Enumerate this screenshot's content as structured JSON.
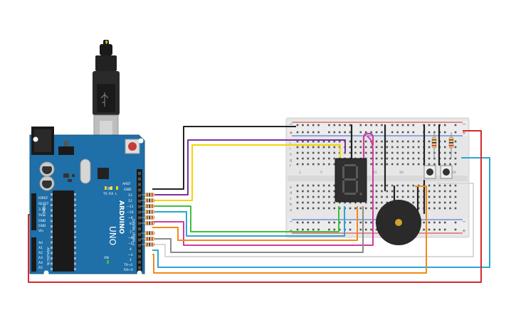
{
  "colors": {
    "board": "#1f6fa8",
    "board_dark": "#17577f",
    "breadboard": "#e6e6e6",
    "wire_black": "#222222",
    "wire_purple": "#7b2f9e",
    "wire_yellow": "#f2d600",
    "wire_green": "#3fbf3f",
    "wire_blue": "#2aa6d6",
    "wire_magenta": "#d23aa3",
    "wire_orange": "#f08a1a",
    "wire_gray": "#8a8a8a",
    "wire_white": "#d8d8d8",
    "wire_red": "#d42a2a",
    "resistor": "#e8c48a",
    "buzzer": "#2a2a2a",
    "buzzer_center": "#d4a12a"
  },
  "arduino": {
    "logo": "ARDUINO",
    "model": "UNO",
    "pin_aref": "AREF",
    "pin_gnd": "GND",
    "pin_13": "13",
    "pin_12": "12",
    "pin_11": "~11",
    "pin_10": "~10",
    "pin_9": "~9",
    "pin_8": "8",
    "pin_7": "7",
    "pin_6": "~6",
    "pin_5": "~5",
    "pin_4": "4",
    "pin_3": "~3",
    "pin_2": "2",
    "pin_tx": "TX→1",
    "pin_rx": "RX←0",
    "digital_label": "DIGITAL (PWM~)",
    "power_label": "POWER",
    "analog_label": "ANALOG IN",
    "ioref": "IOREF",
    "reset": "RESET",
    "v33": "3.3V",
    "v5": "5V",
    "gnd1": "GND",
    "gnd2": "GND",
    "vin": "Vin",
    "a0": "A0",
    "a1": "A1",
    "a2": "A2",
    "a3": "A3",
    "a4": "A4",
    "a5": "A5",
    "led_tx": "TX",
    "led_rx": "RX",
    "led_l": "L",
    "led_on": "ON"
  },
  "breadboard": {
    "row_labels_top": [
      "j",
      "i",
      "h",
      "g",
      "f"
    ],
    "row_labels_bottom": [
      "e",
      "d",
      "c",
      "b",
      "a"
    ],
    "plus": "+",
    "minus": "−",
    "column_numbers": [
      "1",
      "5",
      "10",
      "15",
      "20",
      "25",
      "30"
    ]
  }
}
